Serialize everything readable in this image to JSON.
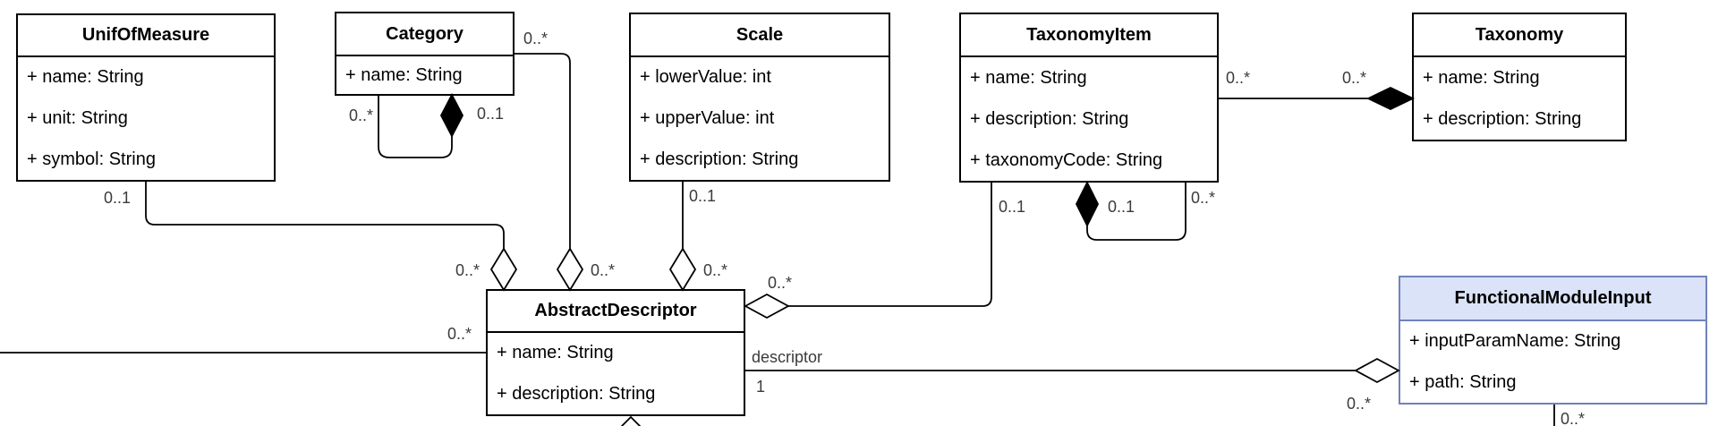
{
  "diagram": {
    "type": "uml-class-diagram",
    "colors": {
      "box_fill": "#ffffff",
      "box_border": "#000000",
      "highlight_header_fill": "#dbe3f8",
      "highlight_border": "#7082bc",
      "line": "#000000",
      "text": "#000000"
    },
    "classes": [
      {
        "name": "UnifOfMeasure",
        "attributes": [
          "+ name: String",
          "+ unit: String",
          "+ symbol: String"
        ]
      },
      {
        "name": "Category",
        "attributes": [
          "+ name: String"
        ]
      },
      {
        "name": "Scale",
        "attributes": [
          "+ lowerValue: int",
          "+ upperValue: int",
          "+ description: String"
        ]
      },
      {
        "name": "TaxonomyItem",
        "attributes": [
          "+ name: String",
          "+ description: String",
          "+ taxonomyCode: String"
        ]
      },
      {
        "name": "Taxonomy",
        "attributes": [
          "+ name: String",
          "+ description: String"
        ]
      },
      {
        "name": "AbstractDescriptor",
        "attributes": [
          "+ name: String",
          "+ description: String"
        ]
      },
      {
        "name": "FunctionalModuleInput",
        "attributes": [
          "+ inputParamName: String",
          "+ path: String"
        ]
      }
    ],
    "associations": [
      {
        "id": "unifofmeasure-abstractdescriptor",
        "kind": "aggregation",
        "from_mult": "0..1",
        "to_mult": "0..*"
      },
      {
        "id": "category-abstractdescriptor",
        "kind": "aggregation",
        "from_mult": "0..*",
        "to_mult": "0..*"
      },
      {
        "id": "category-self",
        "kind": "composition",
        "from_mult": "0..*",
        "to_mult": "0..1"
      },
      {
        "id": "scale-abstractdescriptor",
        "kind": "aggregation",
        "from_mult": "0..1",
        "to_mult": "0..*"
      },
      {
        "id": "taxonomyitem-abstractdescriptor",
        "kind": "aggregation",
        "from_mult": "0..1",
        "to_mult": "0..*"
      },
      {
        "id": "taxonomyitem-self",
        "kind": "composition",
        "from_mult": "0..*",
        "to_mult": "0..1"
      },
      {
        "id": "taxonomyitem-taxonomy",
        "kind": "composition",
        "from_mult": "0..*",
        "to_mult": "0..*"
      },
      {
        "id": "abstractdescriptor-functionalmoduleinput",
        "kind": "aggregation",
        "role": "descriptor",
        "from_mult": "1",
        "to_mult": "0..*"
      },
      {
        "id": "offscreen-left-abstractdescriptor",
        "kind": "association",
        "to_mult": "0..*"
      },
      {
        "id": "functionalmoduleinput-offscreen-bottom",
        "kind": "association",
        "from_mult": "0..*"
      },
      {
        "id": "offscreen-generalization",
        "kind": "generalization"
      }
    ]
  }
}
